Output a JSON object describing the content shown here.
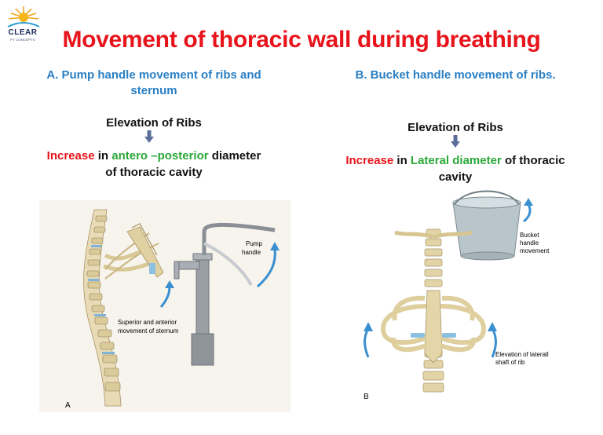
{
  "logo": {
    "name": "CLEAR",
    "sub": "PT CONCEPTS"
  },
  "title": "Movement of thoracic wall during breathing",
  "left": {
    "heading_line1": "A. Pump handle movement of ribs and",
    "heading_line2": "sternum",
    "elevation": "Elevation of Ribs",
    "inc_word": "Increase",
    "in_word": " in ",
    "diam_word": "antero –posterior",
    "diam_rest": " diameter",
    "line2": "of thoracic cavity",
    "figure": {
      "label_pump_1": "Pump",
      "label_pump_2": "handle",
      "label_sup_1": "Superior and anterior",
      "label_sup_2": "movement of sternum",
      "panel_letter": "A"
    }
  },
  "right": {
    "heading": "B. Bucket handle movement of ribs.",
    "elevation": "Elevation of Ribs",
    "inc_word": "Increase",
    "in_word": " in ",
    "diam_word": "Lateral diameter",
    "diam_rest": " of thoracic",
    "line2": "cavity",
    "figure": {
      "label_bucket_1": "Bucket",
      "label_bucket_2": "handle",
      "label_bucket_3": "movement",
      "label_elev_1": "Elevation of laterall",
      "label_elev_2": "shaft of rib",
      "panel_letter": "B"
    }
  },
  "colors": {
    "title": "#e8141b",
    "heading": "#2a7fc4",
    "increase": "#e8141b",
    "diameter": "#2aa838"
  }
}
